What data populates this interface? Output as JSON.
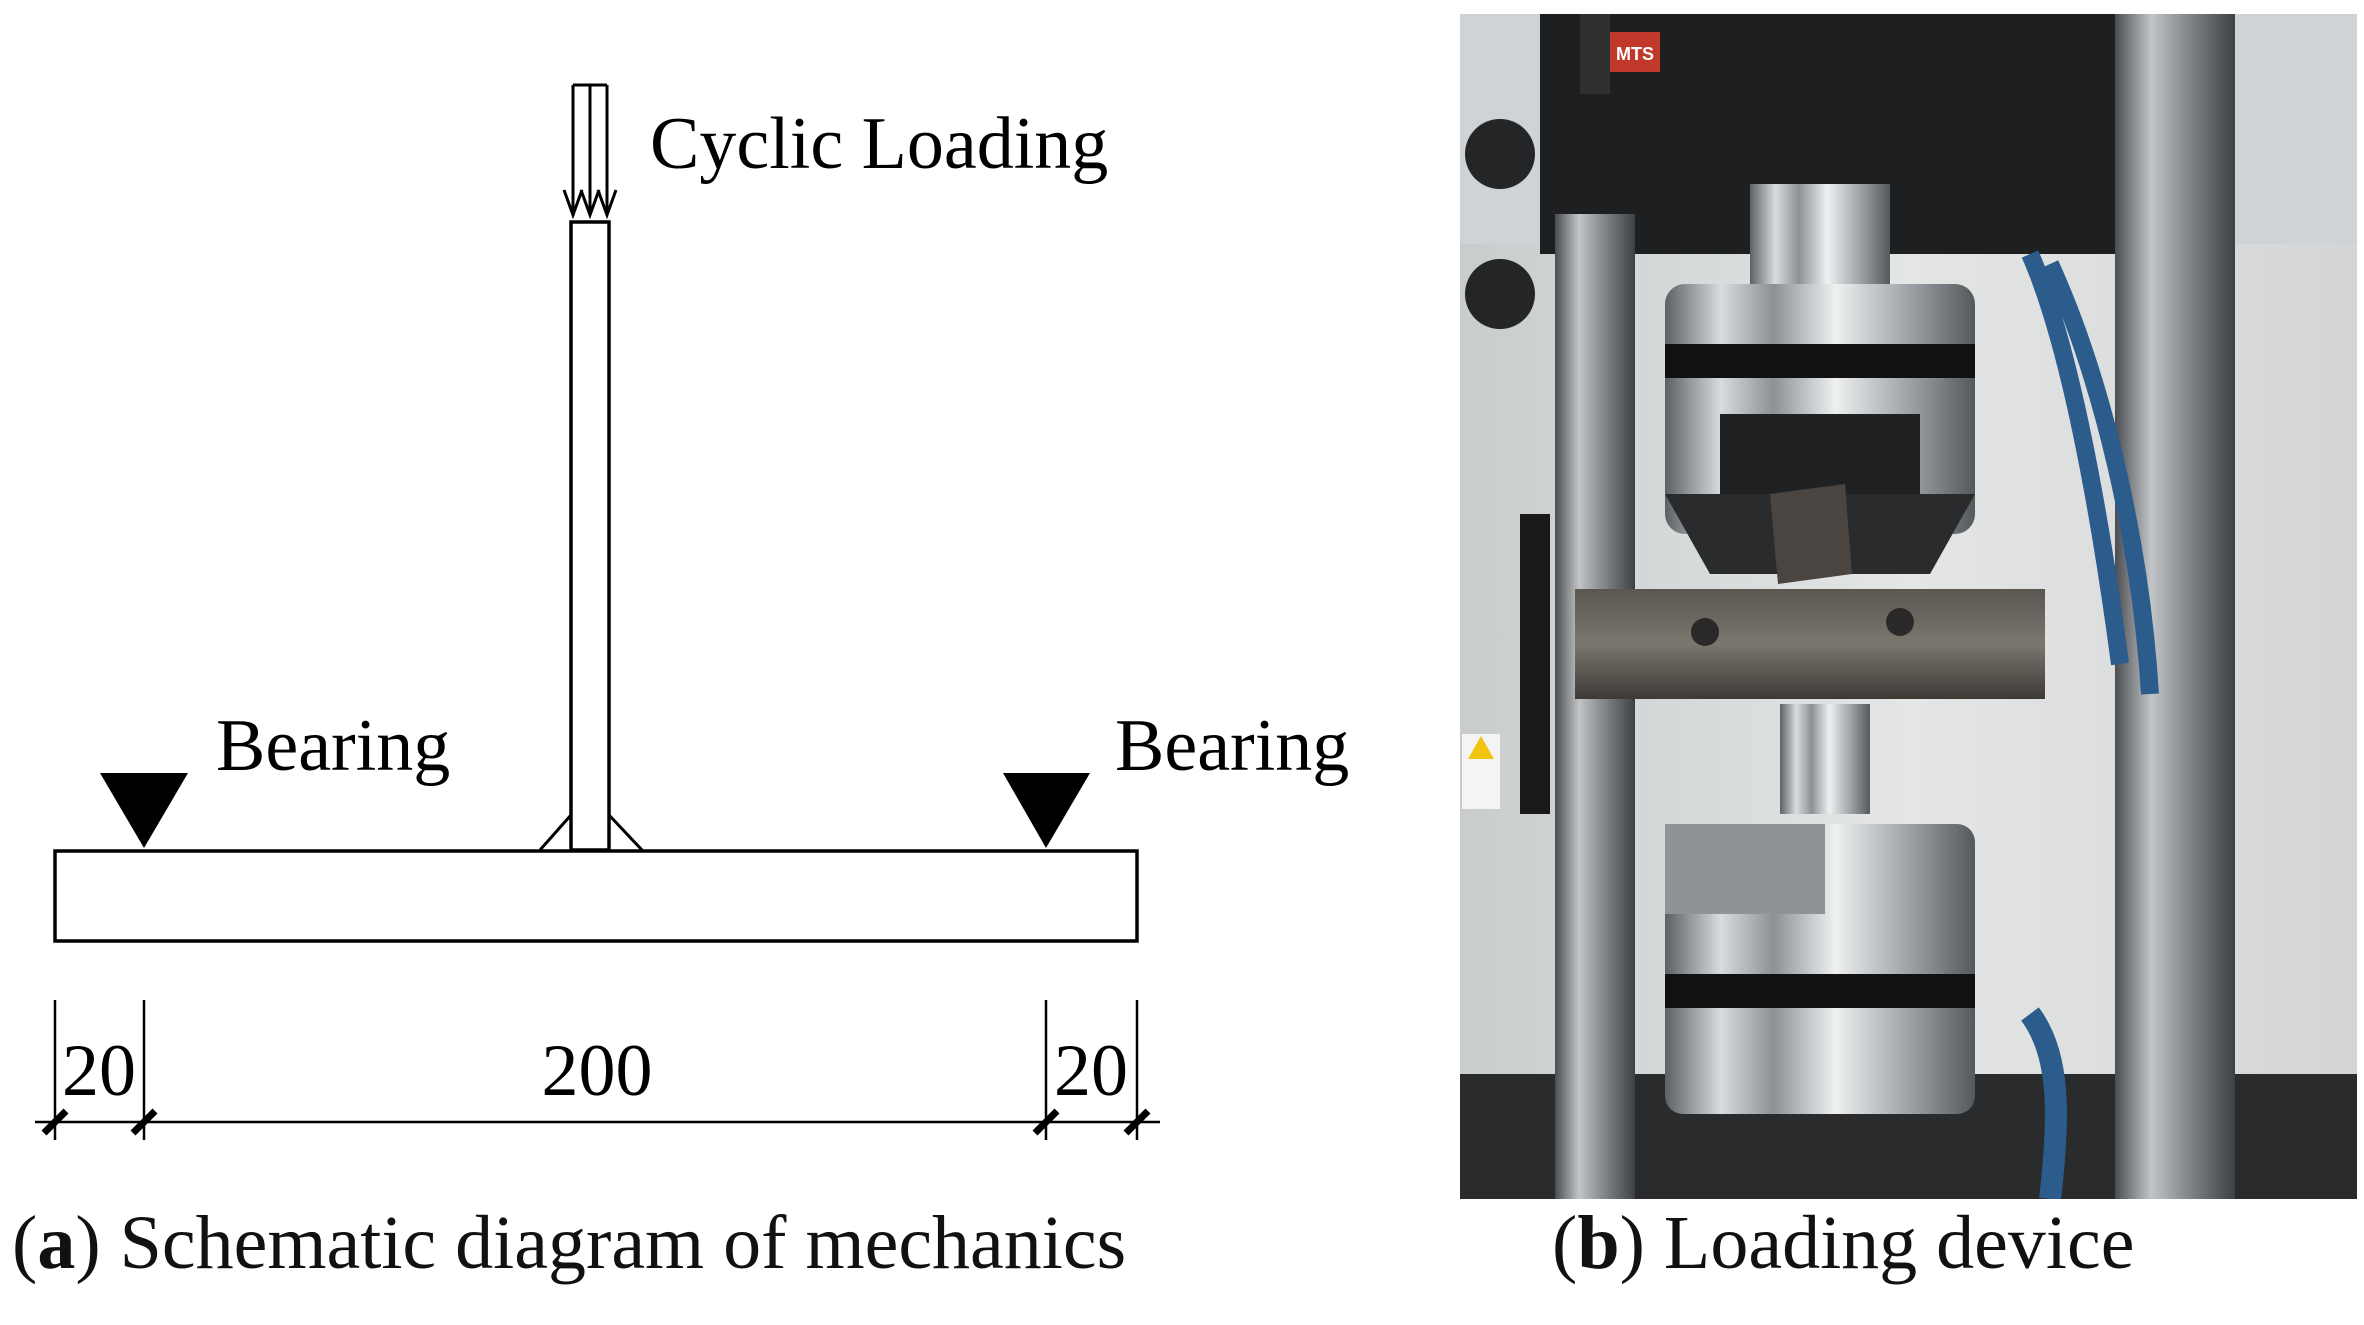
{
  "panel_a": {
    "load_label": "Cyclic Loading",
    "bearing_left_label": "Bearing",
    "bearing_right_label": "Bearing",
    "dimensions": {
      "left": "20",
      "middle": "200",
      "right": "20"
    },
    "caption": {
      "letter": "a",
      "text": "Schematic diagram of mechanics"
    }
  },
  "panel_b": {
    "machine_brand_plate": "MTS",
    "caption": {
      "letter": "b",
      "text": "Loading device"
    }
  },
  "colors": {
    "line": "#000000",
    "steel": "#b9bcbf",
    "hose": "#2c5c8c",
    "frame": "#1e1f20",
    "specimen": "#4a4541"
  }
}
